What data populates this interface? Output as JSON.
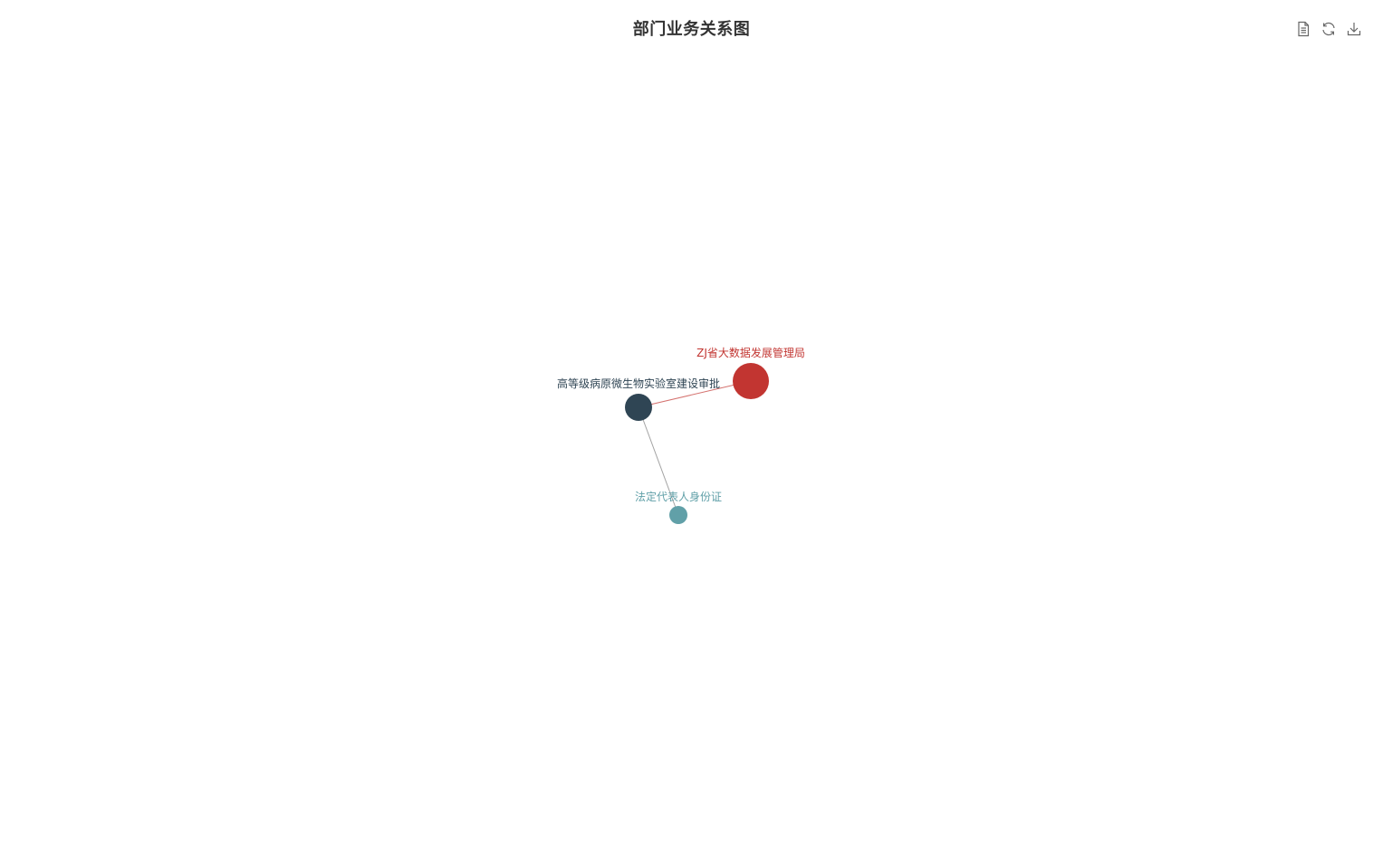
{
  "title": "部门业务关系图",
  "toolbox": [
    {
      "name": "data-view-icon"
    },
    {
      "name": "restore-icon"
    },
    {
      "name": "save-as-image-icon"
    }
  ],
  "graph": {
    "nodes": [
      {
        "id": "n1",
        "label": "ZJ省大数据发展管理局",
        "color": "#c23531",
        "category": "department"
      },
      {
        "id": "n2",
        "label": "高等级病原微生物实验室建设审批",
        "color": "#2f4554",
        "category": "business"
      },
      {
        "id": "n3",
        "label": "法定代表人身份证",
        "color": "#61a0a8",
        "category": "material"
      }
    ],
    "links": [
      {
        "source": "n2",
        "target": "n1",
        "color": "#c23531"
      },
      {
        "source": "n2",
        "target": "n3",
        "color": "#999999"
      }
    ]
  }
}
